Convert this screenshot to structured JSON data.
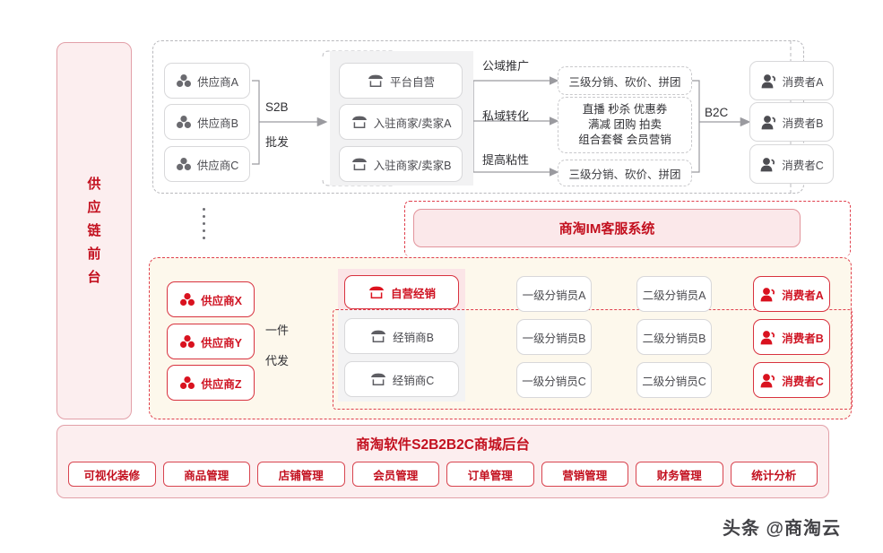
{
  "left_panel": {
    "label": "供应链前台",
    "chars": [
      "供",
      "应",
      "链",
      "前",
      "台"
    ],
    "color": "#c3101f"
  },
  "top_section": {
    "suppliers": [
      {
        "label": "供应商A",
        "icon": "cluster-icon"
      },
      {
        "label": "供应商B",
        "icon": "cluster-icon"
      },
      {
        "label": "供应商C",
        "icon": "cluster-icon"
      }
    ],
    "flow1": {
      "line1": "S2B",
      "line2": "批发"
    },
    "sellers": [
      {
        "label": "平台自营",
        "icon": "store-icon"
      },
      {
        "label": "入驻商家/卖家A",
        "icon": "store-icon"
      },
      {
        "label": "入驻商家/卖家B",
        "icon": "store-icon"
      }
    ],
    "channel_labels": [
      "公域推广",
      "私域转化",
      "提高粘性"
    ],
    "marketing": [
      {
        "lines": [
          "三级分销、砍价、拼团"
        ]
      },
      {
        "lines": [
          "直播  秒杀  优惠券",
          "满减  团购  拍卖",
          "组合套餐  会员营销"
        ]
      },
      {
        "lines": [
          "三级分销、砍价、拼团"
        ]
      }
    ],
    "flow2": {
      "line1": "B2C"
    },
    "consumers": [
      {
        "label": "消费者A",
        "icon": "user-icon"
      },
      {
        "label": "消费者B",
        "icon": "user-icon"
      },
      {
        "label": "消费者C",
        "icon": "user-icon"
      }
    ]
  },
  "im_banner": {
    "label": "商淘IM客服系统"
  },
  "bottom_section": {
    "suppliers": [
      {
        "label": "供应商X",
        "icon": "cluster-icon"
      },
      {
        "label": "供应商Y",
        "icon": "cluster-icon"
      },
      {
        "label": "供应商Z",
        "icon": "cluster-icon"
      }
    ],
    "flow1": {
      "line1": "一件",
      "line2": "代发"
    },
    "dealers": [
      {
        "label": "自营经销",
        "icon": "store-icon",
        "highlight": true
      },
      {
        "label": "经销商B",
        "icon": "store-icon",
        "highlight": false
      },
      {
        "label": "经销商C",
        "icon": "store-icon",
        "highlight": false
      }
    ],
    "level1": [
      {
        "label": "一级分销员A"
      },
      {
        "label": "一级分销员B"
      },
      {
        "label": "一级分销员C"
      }
    ],
    "level2": [
      {
        "label": "二级分销员A"
      },
      {
        "label": "二级分销员B"
      },
      {
        "label": "二级分销员C"
      }
    ],
    "consumers": [
      {
        "label": "消费者A",
        "icon": "user-icon"
      },
      {
        "label": "消费者B",
        "icon": "user-icon"
      },
      {
        "label": "消费者C",
        "icon": "user-icon"
      }
    ]
  },
  "backend": {
    "title": "商淘软件S2B2B2C商城后台",
    "buttons": [
      {
        "label": "可视化装修"
      },
      {
        "label": "商品管理"
      },
      {
        "label": "店铺管理"
      },
      {
        "label": "会员管理"
      },
      {
        "label": "订单管理"
      },
      {
        "label": "营销管理"
      },
      {
        "label": "财务管理"
      },
      {
        "label": "统计分析"
      }
    ]
  },
  "watermark": {
    "text": "头条 @商淘云"
  },
  "palette": {
    "red": "#c3101f",
    "red_border": "#d8323f",
    "red_bg": "#fceeef",
    "gray_border": "#d8d8da",
    "gray_text": "#4a4a4f",
    "cream": "#fdf8ec"
  }
}
